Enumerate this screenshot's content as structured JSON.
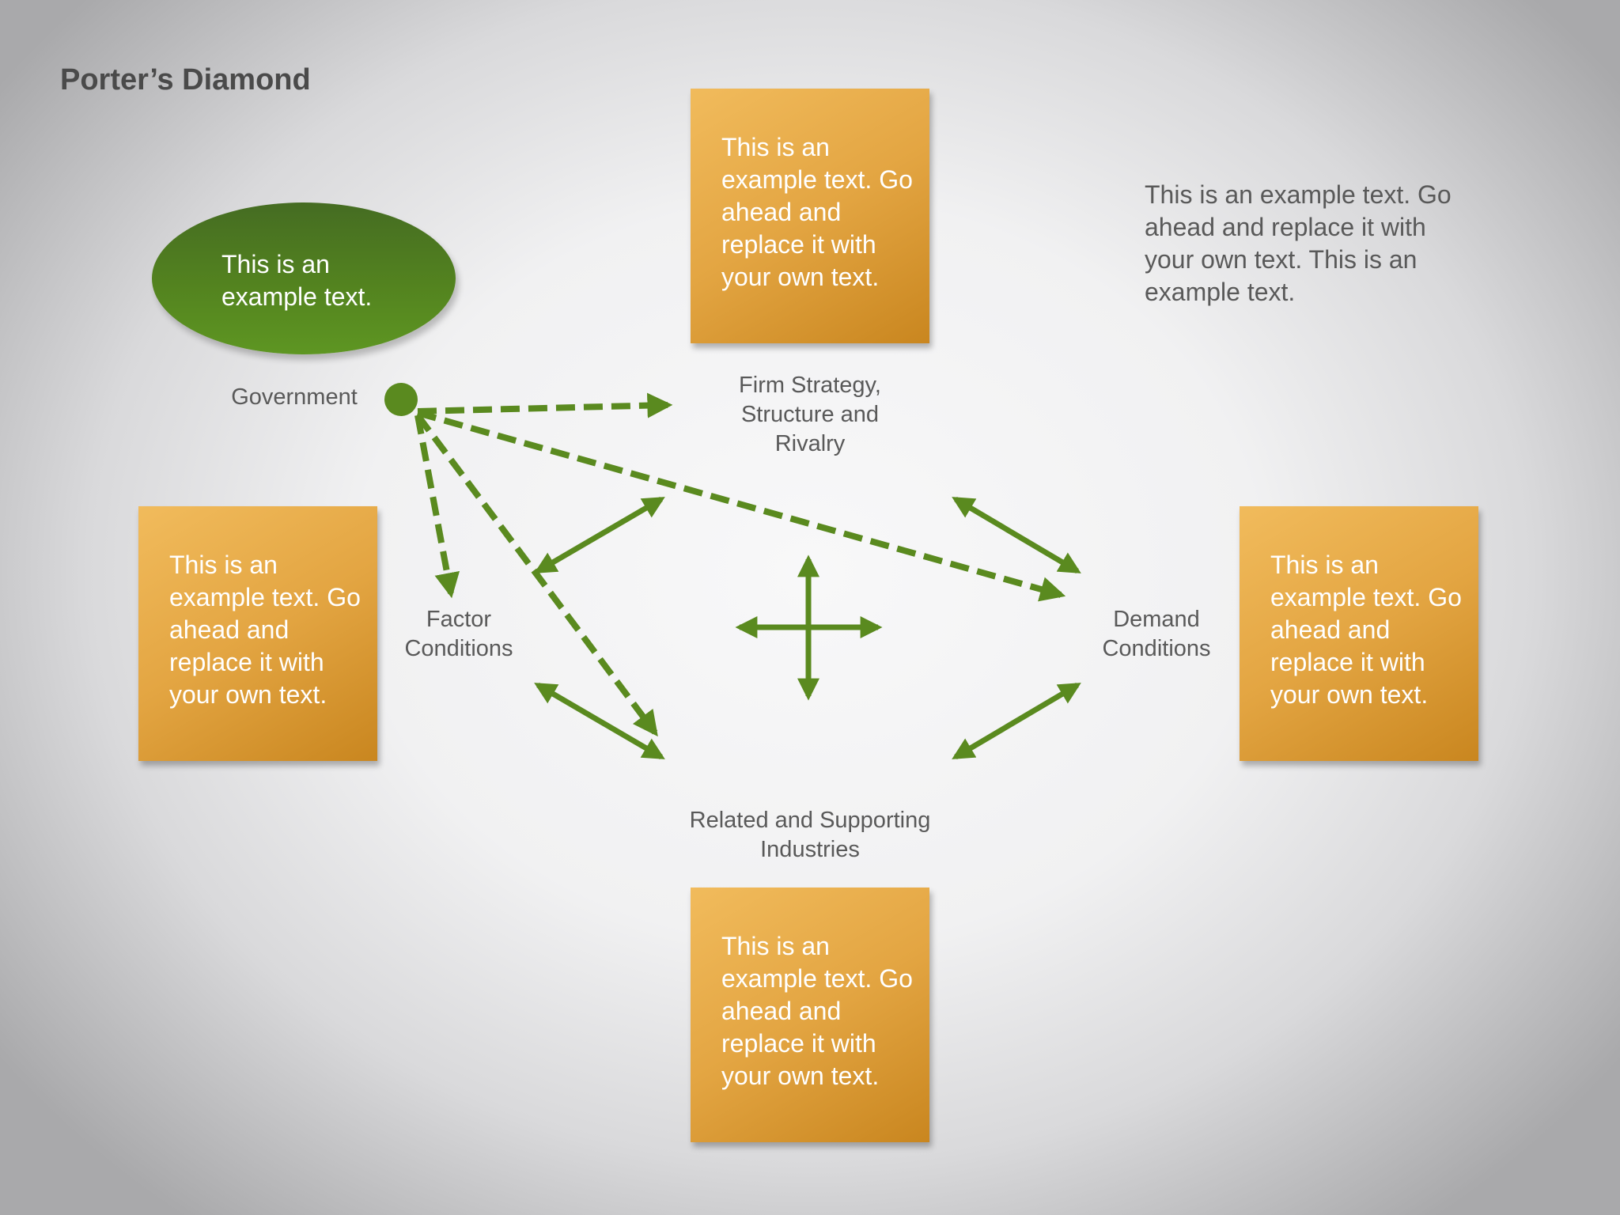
{
  "title": "Porter’s Diamond",
  "colors": {
    "accent_green": "#5a8a1f",
    "box_orange": "#e3a542"
  },
  "government": {
    "ellipse_text": "This is an example text.",
    "label": "Government"
  },
  "boxes": {
    "top": "This is an example text. Go ahead and replace it with your own text.",
    "left": "This is an example text. Go ahead and replace it with your own text.",
    "right": "This is an example text. Go ahead and replace it with your own text.",
    "bottom": "This is an example text. Go ahead and replace it with your own text."
  },
  "labels": {
    "firm": "Firm Strategy, Structure and Rivalry",
    "factor": "Factor Conditions",
    "demand": "Demand Conditions",
    "related": "Related and Supporting Industries"
  },
  "side_note": "This is an example text. Go ahead and replace it with your own text. This is an example text."
}
